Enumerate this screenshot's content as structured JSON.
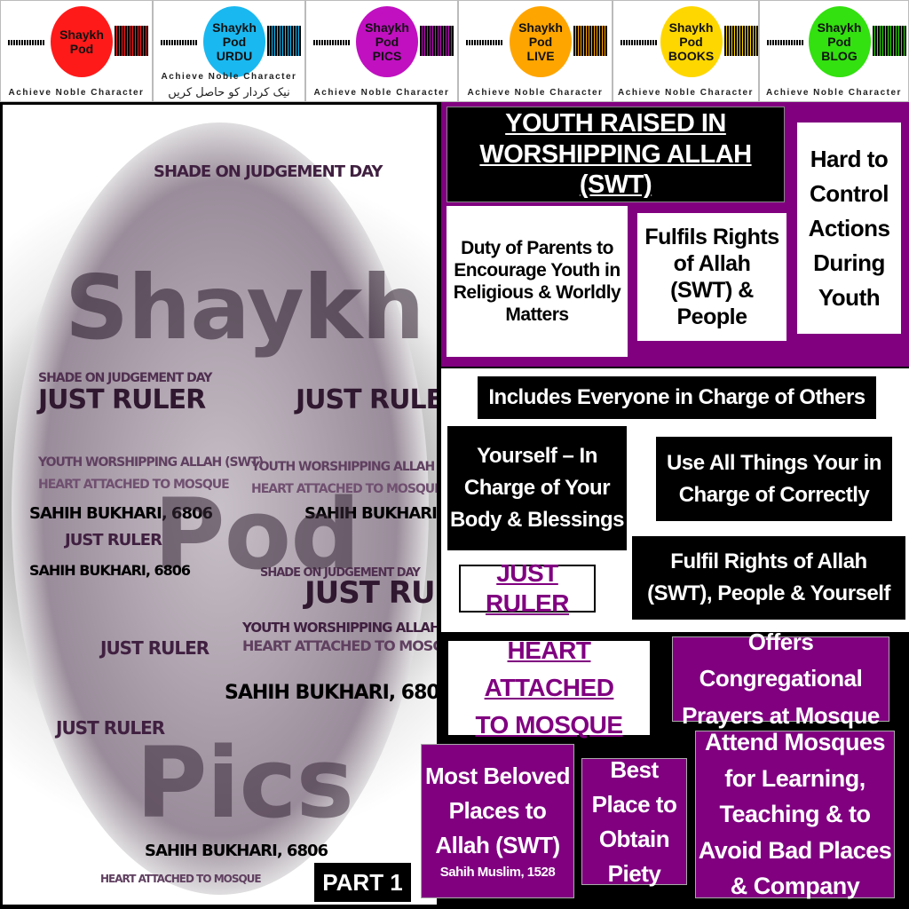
{
  "header": {
    "logos": [
      {
        "lines": [
          "Shaykh",
          "Pod"
        ],
        "tagline": "Achieve Noble Character",
        "color": "#ff1a1a"
      },
      {
        "lines": [
          "Shaykh",
          "Pod",
          "URDU"
        ],
        "tagline": "Achieve Noble Character",
        "urdu": "نیک کردار کو حاصل کریں",
        "color": "#1ab8f0"
      },
      {
        "lines": [
          "Shaykh",
          "Pod",
          "PICS"
        ],
        "tagline": "Achieve Noble Character",
        "color": "#c010c0"
      },
      {
        "lines": [
          "Shaykh",
          "Pod",
          "LIVE"
        ],
        "tagline": "Achieve Noble Character",
        "color": "#ffa500"
      },
      {
        "lines": [
          "Shaykh",
          "Pod",
          "BOOKS"
        ],
        "tagline": "Achieve Noble Character",
        "color": "#ffd700"
      },
      {
        "lines": [
          "Shaykh",
          "Pod",
          "BLOG"
        ],
        "tagline": "Achieve Noble Character",
        "color": "#33e010"
      }
    ]
  },
  "word_cloud": {
    "phrases": [
      "SHADE ON JUDGEMENT DAY",
      "JUST RULER",
      "YOUTH WORSHIPPING ALLAH (SWT)",
      "HEART ATTACHED TO MOSQUE",
      "SAHIH BUKHARI, 6806",
      "Shaykh",
      "Pod",
      "Pics"
    ]
  },
  "part_label": "PART 1",
  "section1": {
    "title_line1": "YOUTH RAISED IN",
    "title_line2": "WORSHIPPING ALLAH (SWT)",
    "duty": "Duty of Parents to Encourage Youth in Religious & Worldly Matters",
    "fulfils": "Fulfils Rights of Allah (SWT) & People",
    "hard": "Hard to Control Actions During Youth"
  },
  "section2": {
    "includes": "Includes Everyone in Charge of Others",
    "yourself": "Yourself – In Charge of Your Body & Blessings",
    "use_all": "Use All Things Your in Charge of Correctly",
    "fulfil": "Fulfil Rights of Allah (SWT), People & Yourself",
    "just_ruler": "JUST RULER"
  },
  "section3": {
    "heart_line1": "HEART ATTACHED",
    "heart_line2": "TO MOSQUE",
    "offers": "Offers Congregational Prayers at Mosque",
    "beloved": "Most Beloved Places to Allah (SWT)",
    "beloved_ref": "Sahih Muslim, 1528",
    "best": "Best Place to Obtain Piety",
    "attend": "Attend Mosques for Learning, Teaching & to Avoid Bad Places & Company"
  },
  "colors": {
    "purple": "#800080",
    "black": "#000000",
    "white": "#ffffff"
  }
}
